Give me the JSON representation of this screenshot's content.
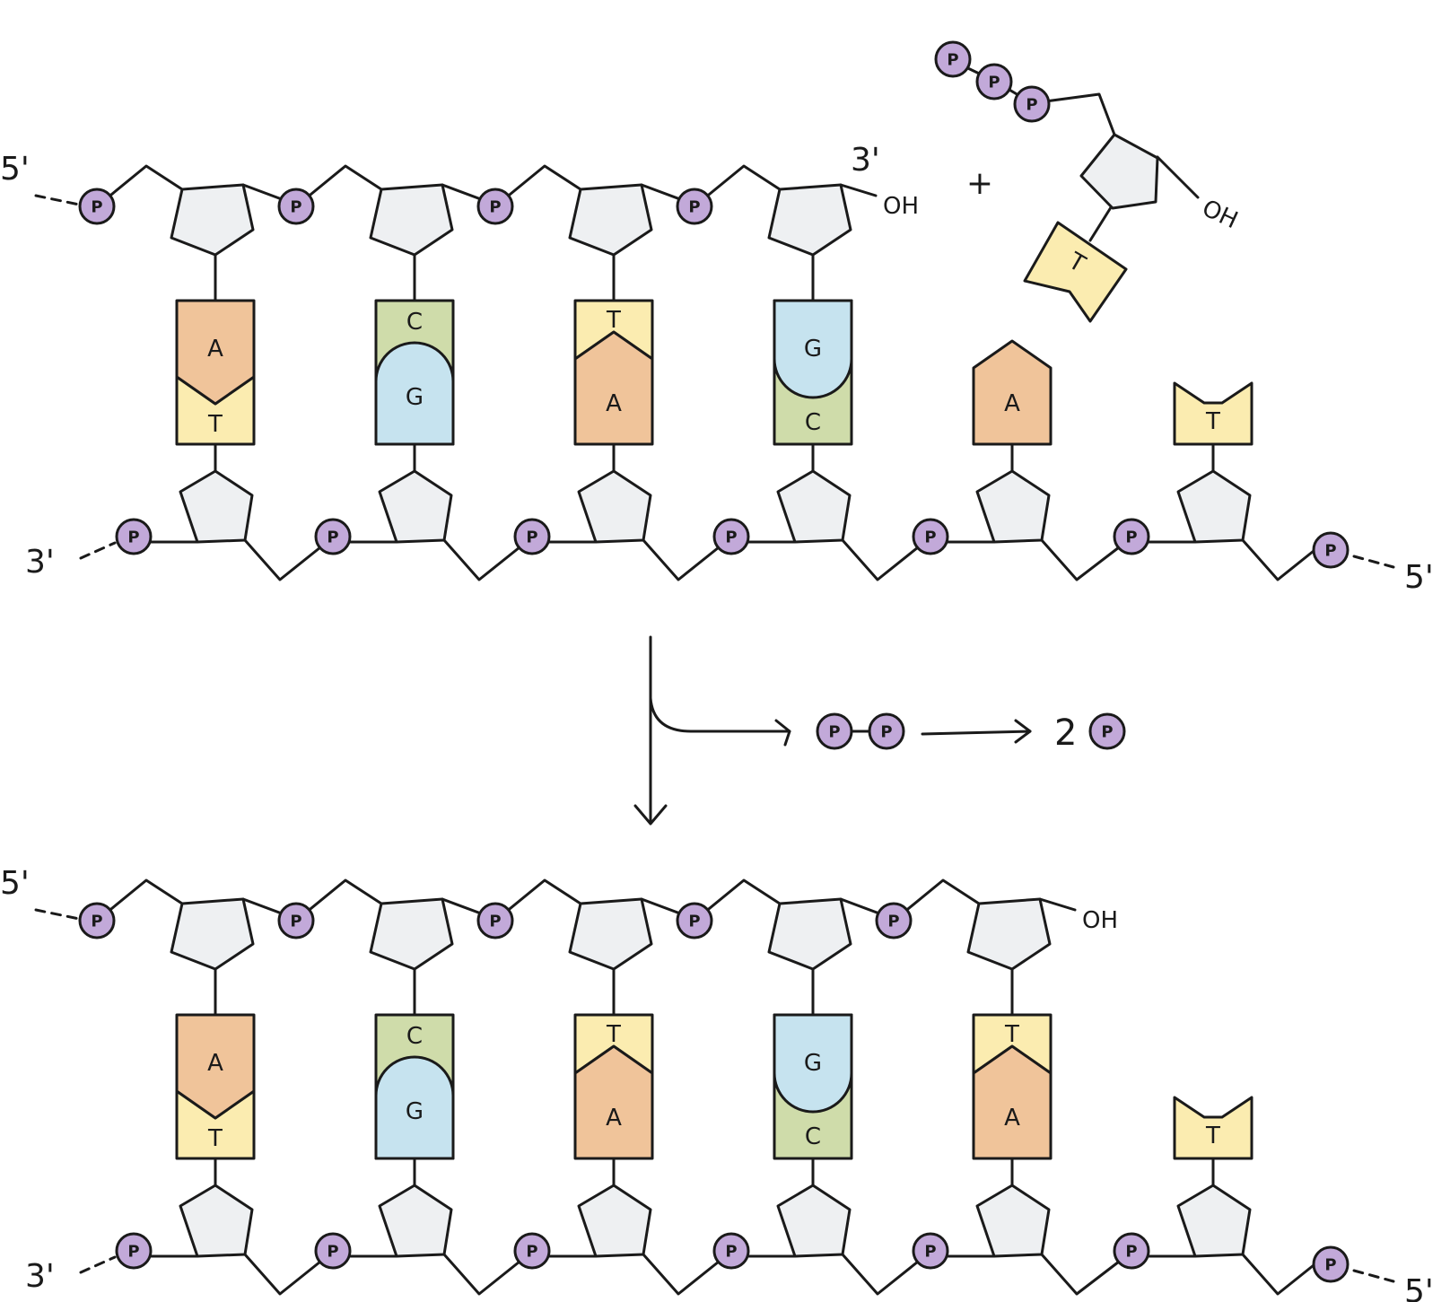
{
  "colors": {
    "adenine": "#f0c49a",
    "thymine": "#fbecb0",
    "cytosine": "#cfdcaa",
    "guanine": "#c6e3ef",
    "phosphate": "#c2a9d9",
    "sugar": "#eef0f2",
    "stroke": "#1a1a1a"
  },
  "labels": {
    "five_prime": "5'",
    "three_prime": "3'",
    "hydroxyl": "OH",
    "phosphate": "P",
    "plus": "+",
    "two": "2"
  },
  "panels": [
    {
      "id": "before",
      "pairs": [
        {
          "top": "A",
          "bottom": "T"
        },
        {
          "top": "C",
          "bottom": "G"
        },
        {
          "top": "T",
          "bottom": "A"
        },
        {
          "top": "G",
          "bottom": "C"
        },
        {
          "top": "",
          "bottom": "A"
        },
        {
          "top": "",
          "bottom": "T"
        }
      ]
    },
    {
      "id": "after",
      "pairs": [
        {
          "top": "A",
          "bottom": "T"
        },
        {
          "top": "C",
          "bottom": "G"
        },
        {
          "top": "T",
          "bottom": "A"
        },
        {
          "top": "G",
          "bottom": "C"
        },
        {
          "top": "T",
          "bottom": "A"
        },
        {
          "top": "",
          "bottom": "T"
        }
      ]
    }
  ],
  "incoming_nucleotide": {
    "base": "T",
    "phosphate_count": 3
  },
  "byproducts": {
    "pyrophosphate_count": 2,
    "final_count_label": "2"
  }
}
